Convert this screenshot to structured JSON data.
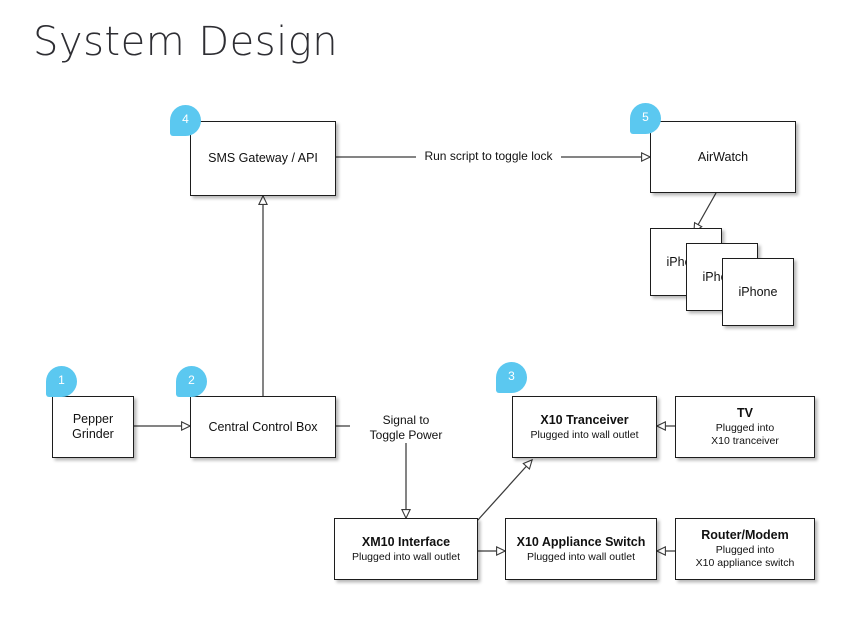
{
  "page": {
    "title": "System Design",
    "accent_color": "#5bc8f0",
    "box_border_color": "#1d1d1d",
    "background": "#ffffff"
  },
  "nodes": {
    "sms_gateway": {
      "title": "SMS Gateway / API",
      "subtitle": ""
    },
    "airwatch": {
      "title": "AirWatch",
      "subtitle": ""
    },
    "pepper_grinder": {
      "title": "Pepper\nGrinder",
      "subtitle": ""
    },
    "central_control_box": {
      "title": "Central Control Box",
      "subtitle": ""
    },
    "x10_tranceiver": {
      "title": "X10 Tranceiver",
      "subtitle": "Plugged into wall outlet"
    },
    "tv": {
      "title": "TV",
      "subtitle": "Plugged into\nX10 tranceiver"
    },
    "xm10_interface": {
      "title": "XM10 Interface",
      "subtitle": "Plugged into wall outlet"
    },
    "x10_appliance_switch": {
      "title": "X10 Appliance Switch",
      "subtitle": "Plugged into wall outlet"
    },
    "router_modem": {
      "title": "Router/Modem",
      "subtitle": "Plugged into\nX10 appliance switch"
    }
  },
  "phones": [
    {
      "label": "iPhone"
    },
    {
      "label": "iPhone"
    },
    {
      "label": "iPhone"
    }
  ],
  "callouts": [
    {
      "number": "1",
      "target": "pepper-grinder"
    },
    {
      "number": "2",
      "target": "central-control-box"
    },
    {
      "number": "3",
      "target": "x10-tranceiver"
    },
    {
      "number": "4",
      "target": "sms-gateway"
    },
    {
      "number": "5",
      "target": "airwatch"
    }
  ],
  "edge_labels": {
    "toggle_lock": "Run script to toggle lock",
    "toggle_power": "Signal to\nToggle Power"
  }
}
